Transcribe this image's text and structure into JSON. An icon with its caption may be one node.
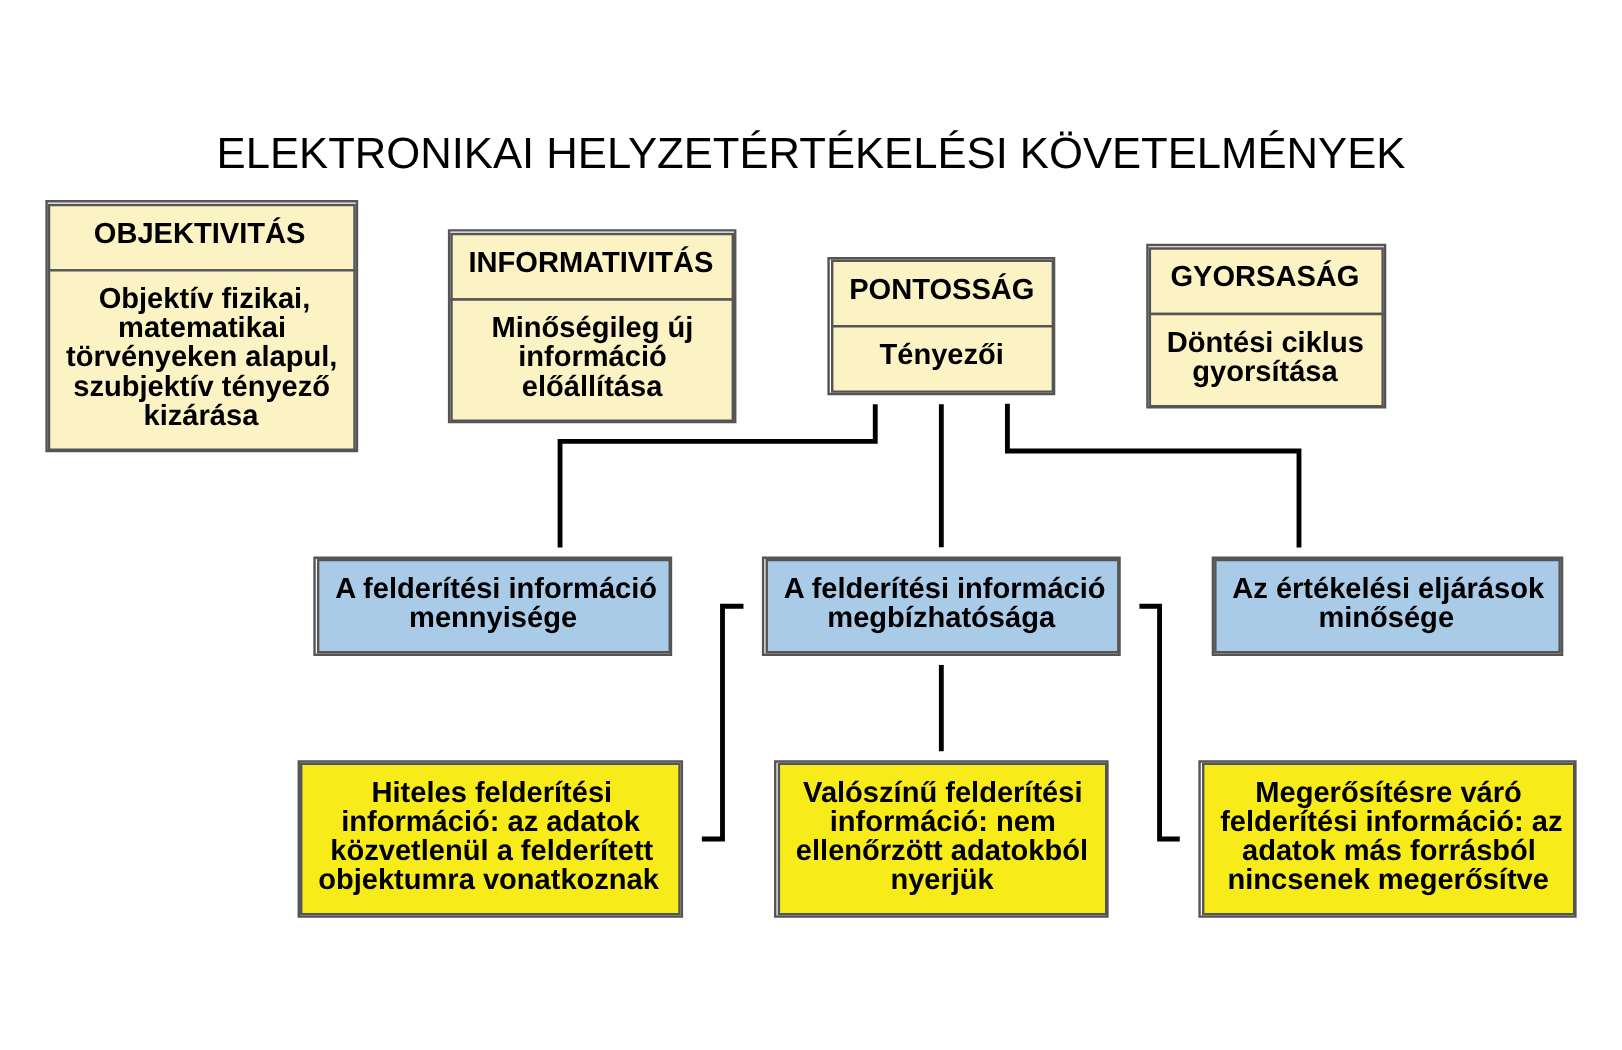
{
  "diagram": {
    "title": "ELEKTRONIKAI HELYZETÉRTÉKELÉSI KÖVETELMÉNYEK",
    "nodes": [
      {
        "text": [
          "OBJEKTIVITÁS",
          "Objektív fizikai, matematikai törvényeken alapul, szubjektív tényező kizárása"
        ]
      },
      {
        "text": [
          "INFORMATIVITÁS",
          "Minőségileg új információ előállítása"
        ]
      },
      {
        "text": [
          "PONTOSSÁG",
          "Tényezői"
        ]
      },
      {
        "text": [
          "GYORSASÁG",
          "Döntési ciklus gyorsítása"
        ]
      },
      {
        "text": [
          "A felderítési információ mennyisége"
        ]
      },
      {
        "text": [
          "A felderítési információ megbízhatósága"
        ]
      },
      {
        "text": [
          "Az értékelési eljárások minősége"
        ]
      },
      {
        "text": [
          "Hiteles felderítési információ: az adatok közvetlenül a felderített objektumra vonatkoznak"
        ]
      },
      {
        "text": [
          "Valószínű felderítési információ: nem ellenőrzött adatokból nyerjük"
        ]
      },
      {
        "text": [
          "Megerősítésre váró felderítési információ: az adatok más forrásból nincsenek megerősítve"
        ]
      }
    ],
    "edges": [
      {
        "from": 2,
        "to": 4,
        "arrow": "none"
      },
      {
        "from": 2,
        "to": 5,
        "arrow": "none"
      },
      {
        "from": 2,
        "to": 6,
        "arrow": "none"
      },
      {
        "from": 5,
        "to": 7,
        "arrow": "none"
      },
      {
        "from": 5,
        "to": 8,
        "arrow": "none"
      },
      {
        "from": 5,
        "to": 9,
        "arrow": "none"
      }
    ]
  }
}
